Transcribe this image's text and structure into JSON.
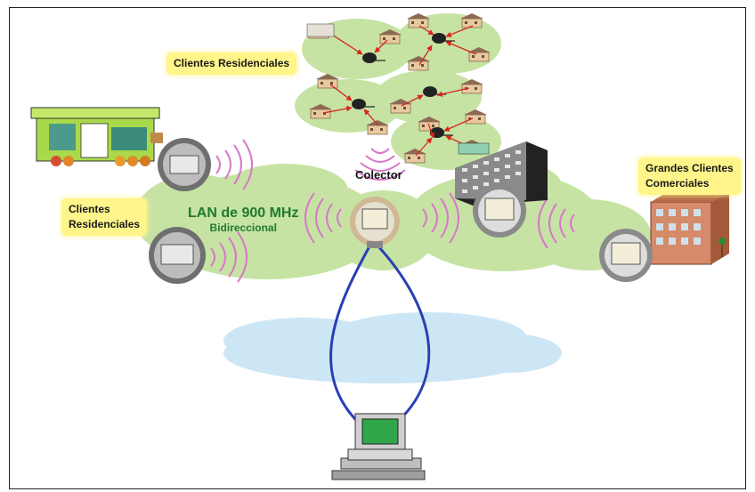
{
  "labels": {
    "residential_top": "Clientes Residenciales",
    "residential_left_line1": "Clientes",
    "residential_left_line2": "Residenciales",
    "collector": "Colector",
    "lan_line1": "LAN de 900 MHz",
    "lan_line2": "Bidireccional",
    "commercial_line1": "Grandes Clientes",
    "commercial_line2": "Comerciales"
  },
  "colors": {
    "cloud_green": "#c6e3a4",
    "cloud_blue": "#cde6f5",
    "label_yellow": "#fff58a",
    "link_blue": "#2a3fb5",
    "signal_pink": "#d977c9",
    "lan_text_green": "#1f7a2e",
    "arrow_red": "#d9261c"
  },
  "icons": [
    "store-icon",
    "meter-icon",
    "house-icon",
    "collector-meter-icon",
    "office-building-icon",
    "commercial-building-icon",
    "computer-icon",
    "signal-waves-icon"
  ]
}
